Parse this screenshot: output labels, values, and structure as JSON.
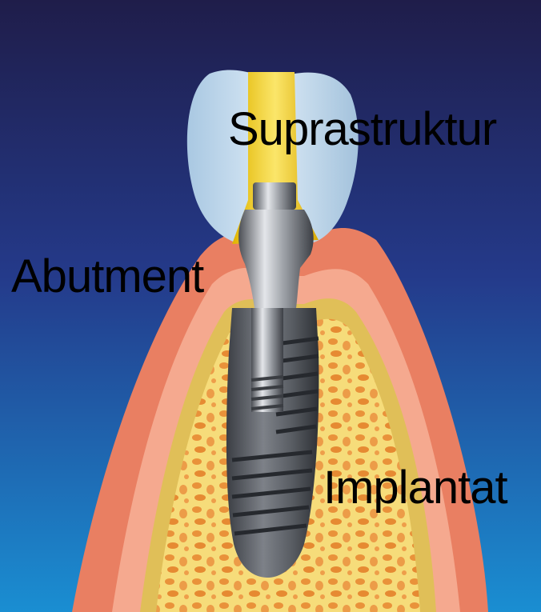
{
  "labels": {
    "suprastruktur": "Suprastruktur",
    "abutment": "Abutment",
    "implantat": "Implantat"
  },
  "colors": {
    "background_top": "#1f1d4a",
    "background_bottom": "#1a8ed2",
    "gum": "#e97f62",
    "gum_light": "#f5a98f",
    "bone": "#f6dc7a",
    "marrow": "#e9923a",
    "crown": "#cfe4f4",
    "gold": "#f3d23a",
    "metal": "#8e9196"
  }
}
